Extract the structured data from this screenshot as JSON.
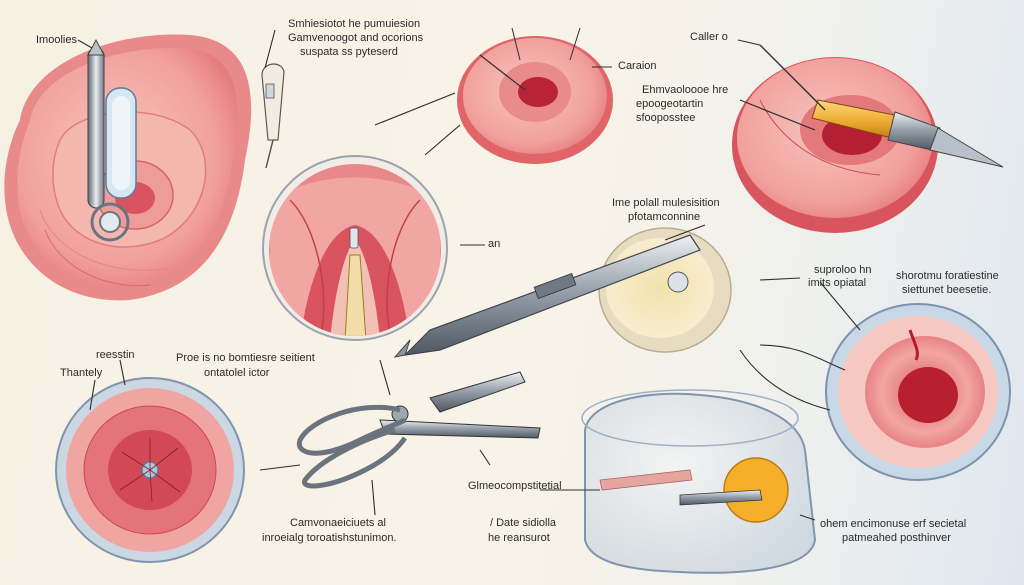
{
  "labels": {
    "top_left": "Imoolies",
    "top_center_1": "Smhiesiotot he pumuiesion",
    "top_center_2": "Gamvenoogot and ocorions",
    "top_center_3": "suspata ss pyteserd",
    "caraion": "Caraion",
    "mid_top_1": "Ehmvaoloooe hre",
    "mid_top_2": "epoogeotartin",
    "mid_top_3": "sfooposstee",
    "top_right": "Caller o",
    "center_right_1": "Ime polall mulesisition",
    "center_right_2": "pfotamconnine",
    "an": "an",
    "right_1": "suproloo hn",
    "right_2": "imits opiatal",
    "far_right_1": "shorotmu foratiestine",
    "far_right_2": "siettunet beesetie.",
    "left_1": "reesstin",
    "left_2": "Thantely",
    "mid_left_1": "Proe is no bomtiesre seitient",
    "mid_left_2": "ontatolel ictor",
    "mid_bottom": "Glmeocompstitetial",
    "bottom_left_1": "Camvonaeiciuets al",
    "bottom_left_2": "inroeialg toroatishstunimon.",
    "bottom_mid_1": "/ Date sidiolla",
    "bottom_mid_2": "he reansurot",
    "bottom_right_1": "ohem encimonuse erf secietal",
    "bottom_right_2": "patmeahed posthinver"
  }
}
